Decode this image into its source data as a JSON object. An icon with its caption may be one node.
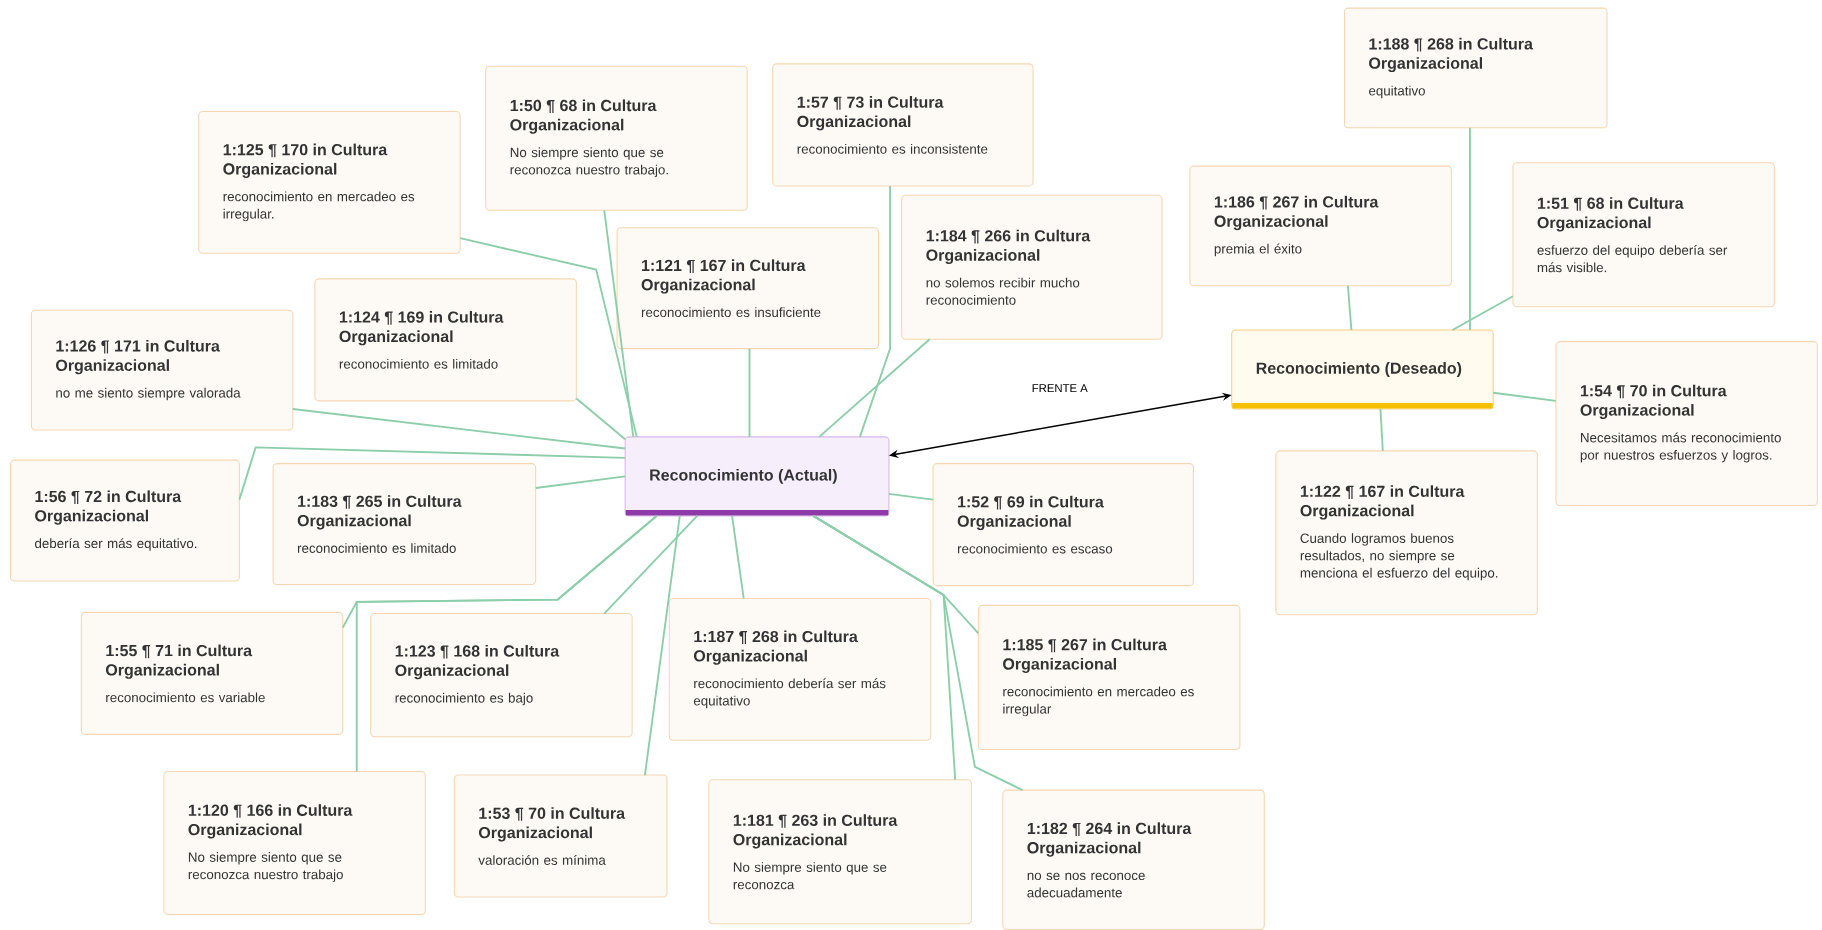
{
  "diagram": {
    "nodes": [
      {
        "text": [
          "Reconocimiento (Actual)"
        ]
      },
      {
        "text": [
          "Reconocimiento (Deseado)"
        ]
      },
      {
        "text": [
          "1:125 ¶ 170 in Cultura Organizacional",
          "reconocimiento en mercadeo es irregular."
        ]
      },
      {
        "text": [
          "1:50 ¶ 68 in Cultura Organizacional",
          "No siempre siento que se reconozca nuestro trabajo."
        ]
      },
      {
        "text": [
          "1:57 ¶ 73 in Cultura Organizacional",
          "reconocimiento es inconsistente"
        ]
      },
      {
        "text": [
          "1:188 ¶ 268 in Cultura Organizacional",
          "equitativo"
        ]
      },
      {
        "text": [
          "1:121 ¶ 167 in Cultura Organizacional",
          "reconocimiento es insuficiente"
        ]
      },
      {
        "text": [
          "1:184 ¶ 266 in Cultura Organizacional",
          "no solemos recibir mucho reconocimiento"
        ]
      },
      {
        "text": [
          "1:186 ¶ 267 in Cultura Organizacional",
          "premia el éxito"
        ]
      },
      {
        "text": [
          "1:51 ¶ 68 in Cultura Organizacional",
          "esfuerzo del equipo debería ser más visible."
        ]
      },
      {
        "text": [
          "1:126 ¶ 171 in Cultura Organizacional",
          "no me siento siempre valorada"
        ]
      },
      {
        "text": [
          "1:124 ¶ 169 in Cultura Organizacional",
          "reconocimiento es limitado"
        ]
      },
      {
        "text": [
          "1:54 ¶ 70 in Cultura Organizacional",
          "Necesitamos más reconocimiento por nuestros esfuerzos y logros."
        ]
      },
      {
        "text": [
          "1:56 ¶ 72 in Cultura Organizacional",
          "debería ser más equitativo."
        ]
      },
      {
        "text": [
          "1:183 ¶ 265 in Cultura Organizacional",
          "reconocimiento es limitado"
        ]
      },
      {
        "text": [
          "1:52 ¶ 69 in Cultura Organizacional",
          "reconocimiento es escaso"
        ]
      },
      {
        "text": [
          "1:122 ¶ 167 in Cultura Organizacional",
          "Cuando logramos buenos resultados, no siempre se menciona el esfuerzo del equipo."
        ]
      },
      {
        "text": [
          "1:55 ¶ 71 in Cultura Organizacional",
          "reconocimiento es variable"
        ]
      },
      {
        "text": [
          "1:123 ¶ 168 in Cultura Organizacional",
          "reconocimiento es bajo"
        ]
      },
      {
        "text": [
          "1:187 ¶ 268 in Cultura Organizacional",
          "reconocimiento debería ser más equitativo"
        ]
      },
      {
        "text": [
          "1:185 ¶ 267 in Cultura Organizacional",
          "reconocimiento en mercadeo es irregular"
        ]
      },
      {
        "text": [
          "1:120 ¶ 166 in Cultura Organizacional",
          "No siempre siento que se reconozca nuestro trabajo"
        ]
      },
      {
        "text": [
          "1:53 ¶ 70 in Cultura Organizacional",
          "valoración es mínima"
        ]
      },
      {
        "text": [
          "1:181 ¶ 263 in Cultura Organizacional",
          "No siempre siento que se reconozca"
        ]
      },
      {
        "text": [
          "1:182 ¶ 264 in Cultura Organizacional",
          "no se nos reconoce adecuadamente"
        ]
      }
    ],
    "edges": [
      {
        "from": 0,
        "to": 2,
        "arrow": "none"
      },
      {
        "from": 0,
        "to": 3,
        "arrow": "none"
      },
      {
        "from": 0,
        "to": 4,
        "arrow": "none"
      },
      {
        "from": 1,
        "to": 5,
        "arrow": "none"
      },
      {
        "from": 0,
        "to": 6,
        "arrow": "none"
      },
      {
        "from": 0,
        "to": 7,
        "arrow": "none"
      },
      {
        "from": 1,
        "to": 8,
        "arrow": "none"
      },
      {
        "from": 1,
        "to": 9,
        "arrow": "none"
      },
      {
        "from": 0,
        "to": 10,
        "arrow": "none"
      },
      {
        "from": 0,
        "to": 11,
        "arrow": "none"
      },
      {
        "from": 1,
        "to": 12,
        "arrow": "none"
      },
      {
        "from": 0,
        "to": 13,
        "arrow": "none"
      },
      {
        "from": 0,
        "to": 14,
        "arrow": "none"
      },
      {
        "from": 0,
        "to": 15,
        "arrow": "none"
      },
      {
        "from": 1,
        "to": 16,
        "arrow": "none"
      },
      {
        "from": 0,
        "to": 17,
        "arrow": "none"
      },
      {
        "from": 0,
        "to": 18,
        "arrow": "none"
      },
      {
        "from": 0,
        "to": 19,
        "arrow": "none"
      },
      {
        "from": 0,
        "to": 20,
        "arrow": "none"
      },
      {
        "from": 0,
        "to": 21,
        "arrow": "none"
      },
      {
        "from": 0,
        "to": 22,
        "arrow": "none"
      },
      {
        "from": 0,
        "to": 23,
        "arrow": "none"
      },
      {
        "from": 0,
        "to": 24,
        "arrow": "none"
      },
      {
        "from": 0,
        "to": 1,
        "arrow": "both",
        "label": "FRENTE A",
        "color": "#000000"
      }
    ]
  }
}
